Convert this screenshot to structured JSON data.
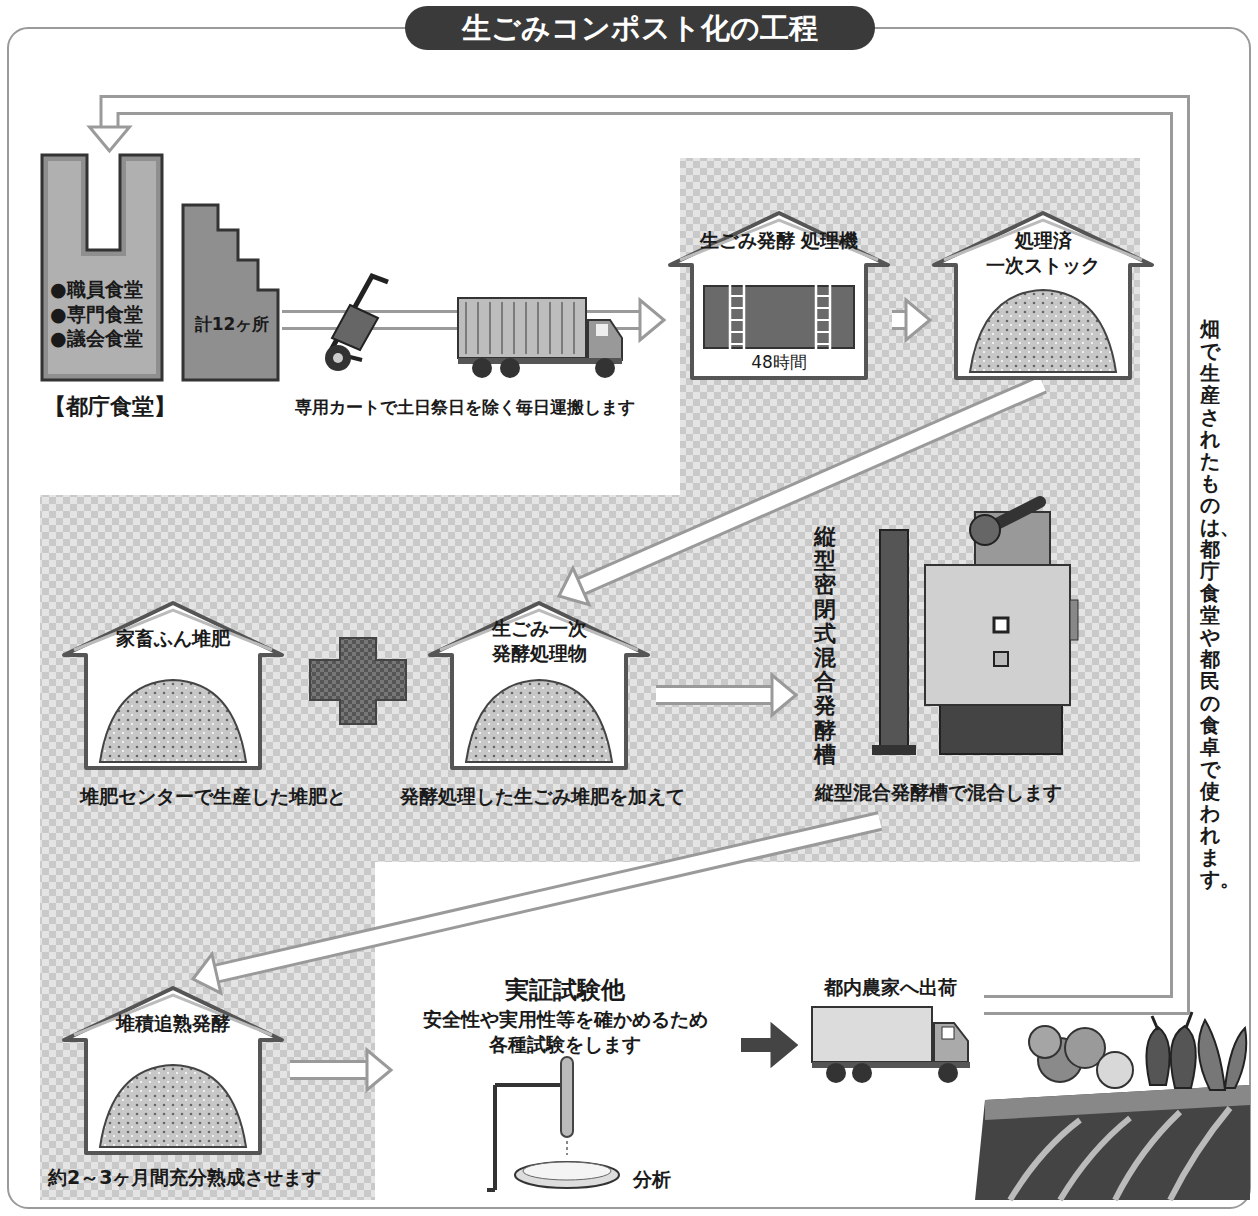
{
  "diagram": {
    "title": "生ごみコンポスト化の工程",
    "nodes": [
      {
        "text": [
          "●職員食堂 ●専門食堂 ●議会食堂",
          "【都庁食堂】"
        ]
      },
      {
        "text": [
          "計12ヶ所"
        ]
      },
      {
        "text": [
          "生ごみ発酵 処理機",
          "48時間"
        ]
      },
      {
        "text": [
          "処理済 一次ストック"
        ]
      },
      {
        "text": [
          "家畜ふん堆肥",
          "堆肥センターで生産した堆肥と"
        ]
      },
      {
        "text": [
          "生ごみ一次 発酵処理物",
          "発酵処理した生ごみ堆肥を加えて"
        ]
      },
      {
        "text": [
          "縦型密閉式混合発酵槽",
          "縦型混合発酵槽で混合します"
        ]
      },
      {
        "text": [
          "堆積追熟発酵",
          "約2～3ヶ月間充分熟成させます"
        ]
      },
      {
        "text": [
          "実証試験他",
          "安全性や実用性等を確かめるため 各種試験をします",
          "分析"
        ]
      },
      {
        "text": [
          "都内農家へ出荷"
        ]
      }
    ],
    "edges": [
      {
        "from": 1,
        "to": 2,
        "arrow": "to",
        "label": "専用カートで土日祭日を除く毎日運搬します"
      },
      {
        "from": 2,
        "to": 3,
        "arrow": "to"
      },
      {
        "from": 3,
        "to": 5,
        "arrow": "to"
      },
      {
        "from": 5,
        "to": 6,
        "arrow": "to"
      },
      {
        "from": 6,
        "to": 7,
        "arrow": "to"
      },
      {
        "from": 7,
        "to": 8,
        "arrow": "to"
      },
      {
        "from": 8,
        "to": 9,
        "arrow": "to"
      },
      {
        "from": 9,
        "to": 0,
        "arrow": "to",
        "label": "畑で生産されたものは、都庁食堂や都民の食卓で使われます。"
      }
    ]
  }
}
